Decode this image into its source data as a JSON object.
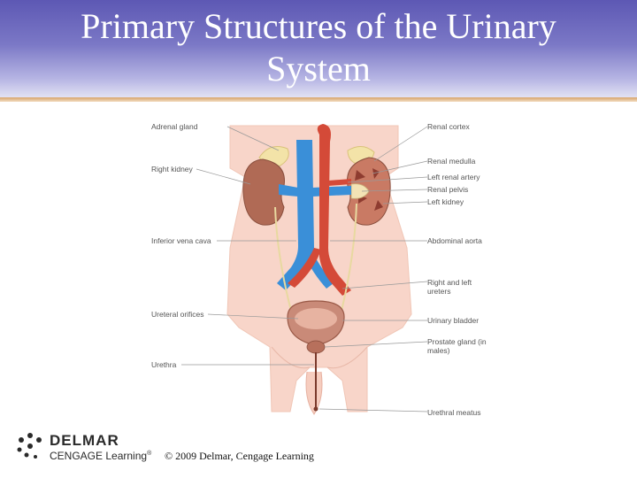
{
  "slide": {
    "title_line1": "Primary Structures of the Urinary",
    "title_line2": "System",
    "copyright": "© 2009 Delmar, Cengage Learning"
  },
  "logo": {
    "word1": "DELMAR",
    "word2": "CENGAGE Learning",
    "trademark": "®"
  },
  "diagram": {
    "labels_left": [
      "Adrenal gland",
      "Right kidney",
      "Inferior vena cava",
      "Ureteral orifices",
      "Urethra"
    ],
    "labels_right": [
      "Renal cortex",
      "Renal medulla",
      "Left renal artery",
      "Renal pelvis",
      "Left kidney",
      "Abdominal aorta",
      "Right and left ureters",
      "Urinary bladder",
      "Prostate gland (in males)",
      "Urethral meatus"
    ]
  },
  "colors": {
    "header": "#5d58b4",
    "skin": "#f7d4c8",
    "kidney": "#b06a55",
    "vein": "#3a8fd8",
    "artery": "#d44a38",
    "ureter": "#e8d9a0"
  }
}
